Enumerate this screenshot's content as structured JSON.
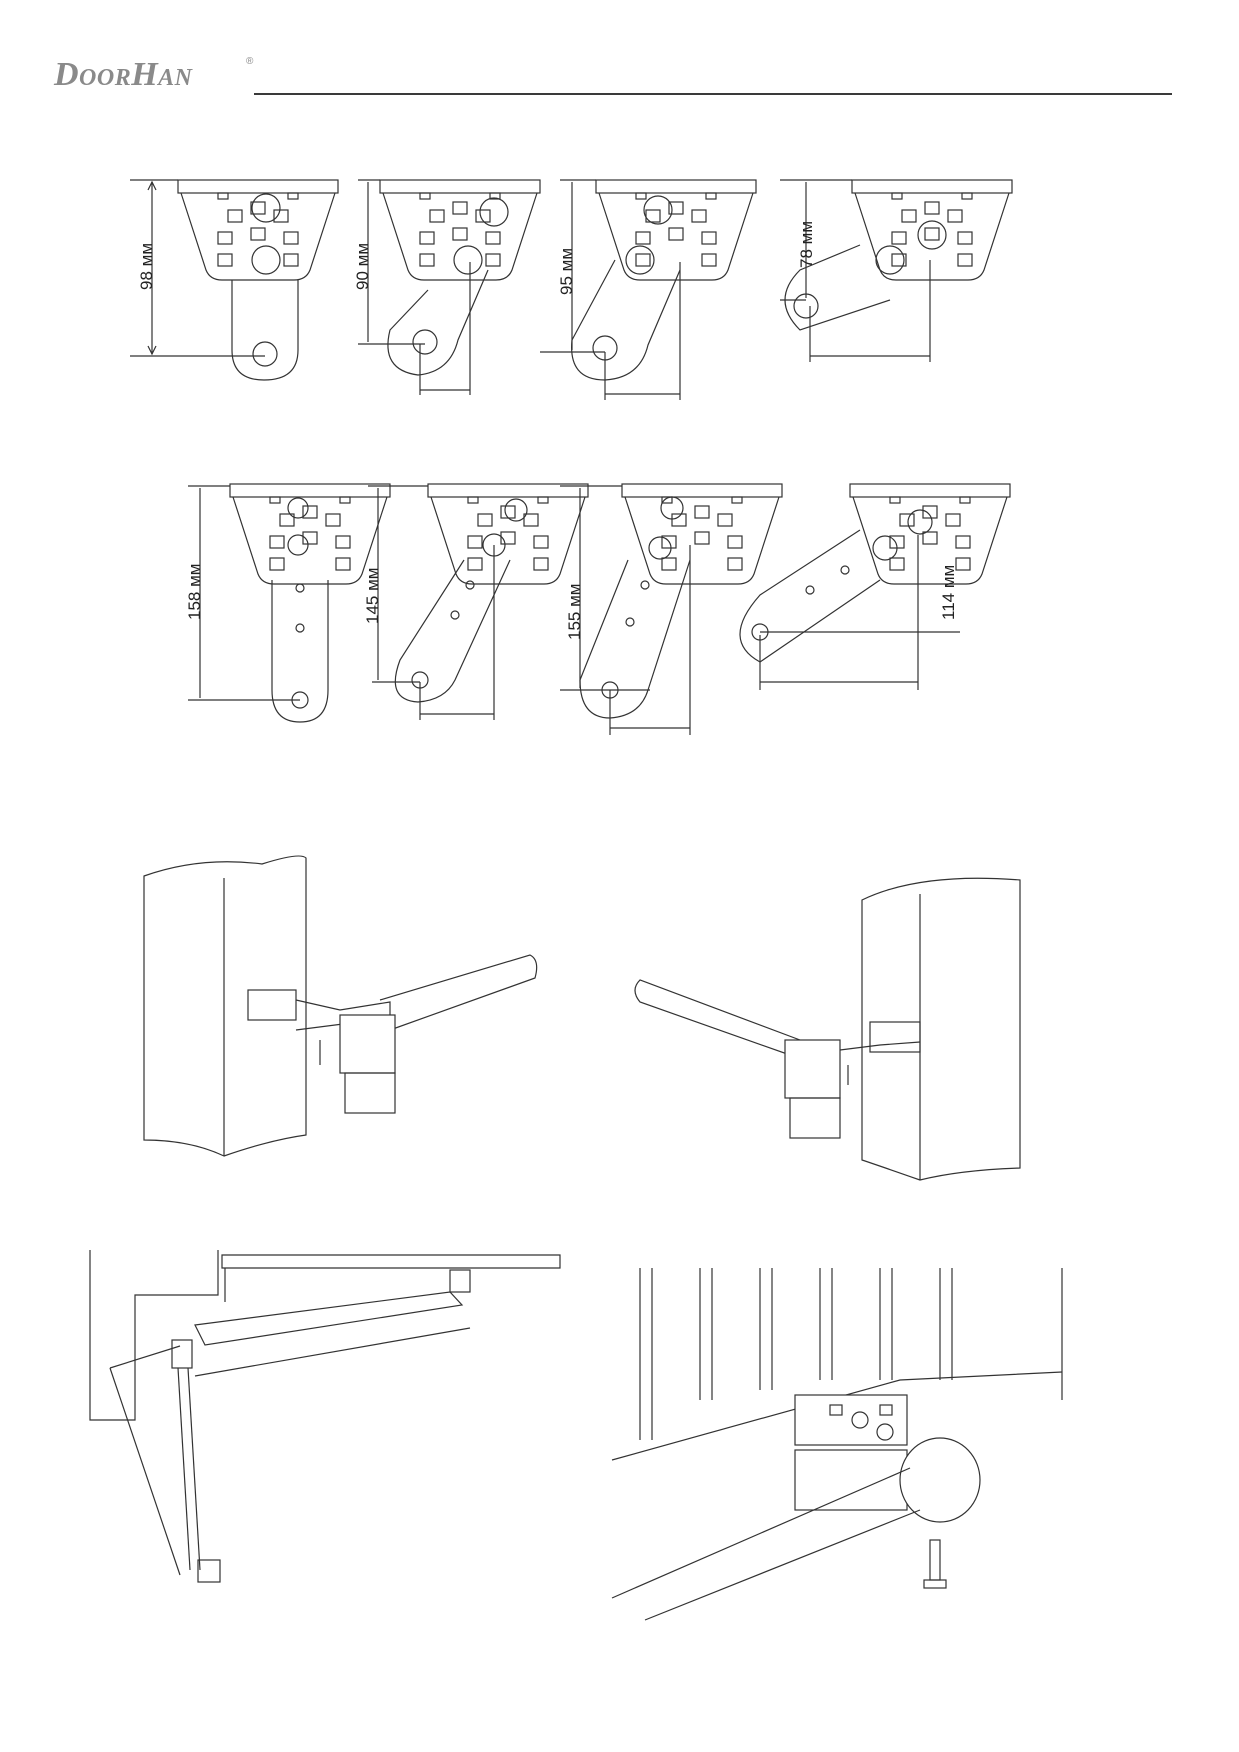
{
  "header": {
    "logo_text": "DoorHan",
    "logo_mark": "®"
  },
  "dimensions": {
    "row1": [
      "98 мм",
      "90 мм",
      "95 мм",
      "78 мм"
    ],
    "row2": [
      "158 мм",
      "145 мм",
      "155 мм",
      "114 мм"
    ]
  },
  "illustrations": [
    "bracket-diagram",
    "post-mount-left",
    "post-mount-right",
    "gate-top-view",
    "bracket-closeup"
  ]
}
